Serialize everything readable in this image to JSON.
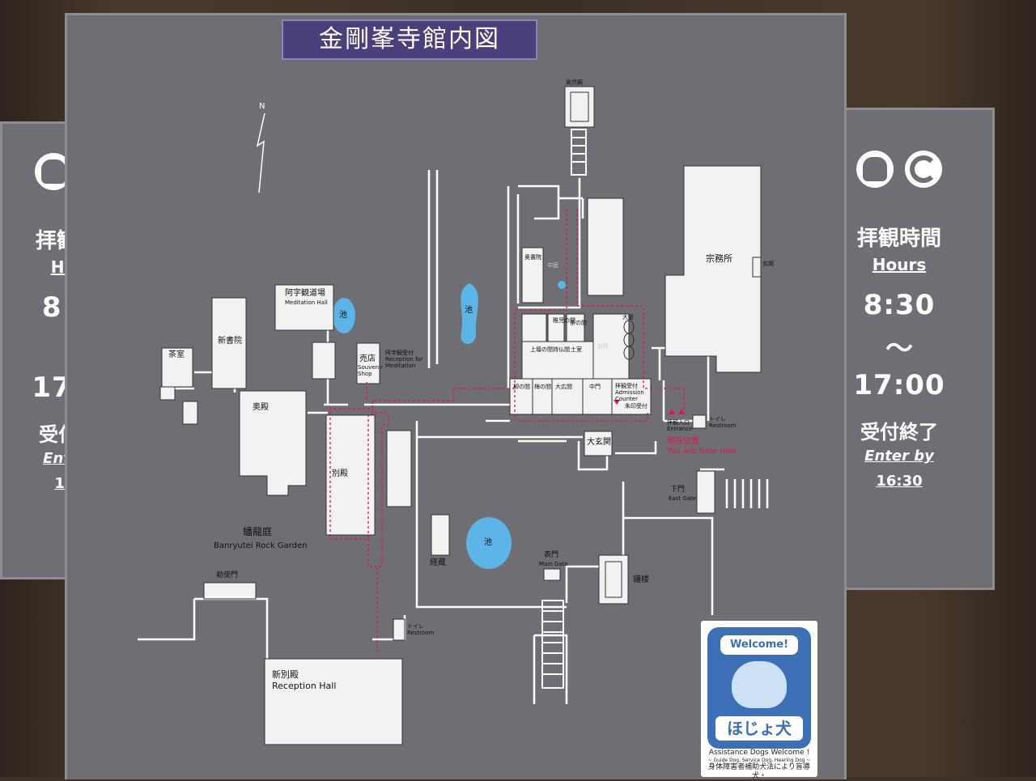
{
  "title": "金剛峯寺館内図",
  "hours": {
    "title": "拝観時間",
    "subtitle": "Hours",
    "open": "8:30",
    "tilde": "〜",
    "close": "17:00",
    "end_title": "受付終了",
    "enter_by": "Enter by",
    "enter_time": "16:30"
  },
  "compass": "N",
  "labels": {
    "shinzenbyo": "眞然廟",
    "okushoin": "奥書院",
    "naka_niwa": "中庭",
    "shumusho": "宗務所",
    "genkan": "玄関",
    "ajikan_ja": "阿字観道場",
    "ajikan_en": "Meditation Hall",
    "pond": "池",
    "shinshoin": "新書院",
    "chashitsu": "茶室",
    "baiten_ja": "売店",
    "baiten_en1": "Souvenir",
    "baiten_en2": "Shop",
    "ajikan_uketsuke_ja": "阿字観受付",
    "ajikan_uketsuke_en1": "Reception for",
    "ajikan_uketsuke_en2": "Meditation",
    "okuden": "奥殿",
    "betsuden": "別殿",
    "yanagi": "柳の間",
    "ume": "梅の間",
    "ohiroma": "大広間",
    "chumon": "中門",
    "haikan_uketsuke_ja": "拝観受付",
    "haikan_uketsuke_en1": "Admission",
    "haikan_uketsuke_en2": "Counter",
    "shuin": "朱印受付",
    "jodan": "上壇の間",
    "jibutsu": "持仏間",
    "dozo": "土室",
    "wakaba": "稚児の間",
    "cha": "茶の間",
    "daidokoro": "台所",
    "okama": "大釜",
    "haikan_iriguchi_ja": "拝観入口",
    "haikan_iriguchi_en": "Entrance",
    "toilet_ja": "トイレ",
    "toilet_en": "Restroom",
    "genzai_ja": "現在位置",
    "genzai_en": "You are here now",
    "ogenkan": "大玄関",
    "shimomon_ja": "下門",
    "shimomon_en": "East Gate",
    "banryutei_ja": "蟠龍庭",
    "banryutei_en": "Banryutei Rock Garden",
    "kyozo": "経蔵",
    "omotemon_ja": "表門",
    "omotemon_en": "Main Gate",
    "shoro": "鐘楼",
    "chokushimon": "勅使門",
    "toilet2_ja": "トイレ",
    "toilet2_en": "Restroom",
    "shinbetsuden_ja": "新別殿",
    "shinbetsuden_en": "Reception Hall"
  },
  "dog_sign": {
    "welcome": "Welcome!",
    "hojo": "ほじょ犬",
    "line1": "Assistance Dogs Welcome !",
    "line2": "~ Guide Dog, Service Dog, Hearing Dog ~",
    "line3": "身体障害者補助犬法により盲導犬・"
  },
  "colors": {
    "board": "#6f6e74",
    "building": "#f2f2f2",
    "path": "#e0134b",
    "pond": "#5cb5e6",
    "title_bg": "#4a3f7a"
  }
}
